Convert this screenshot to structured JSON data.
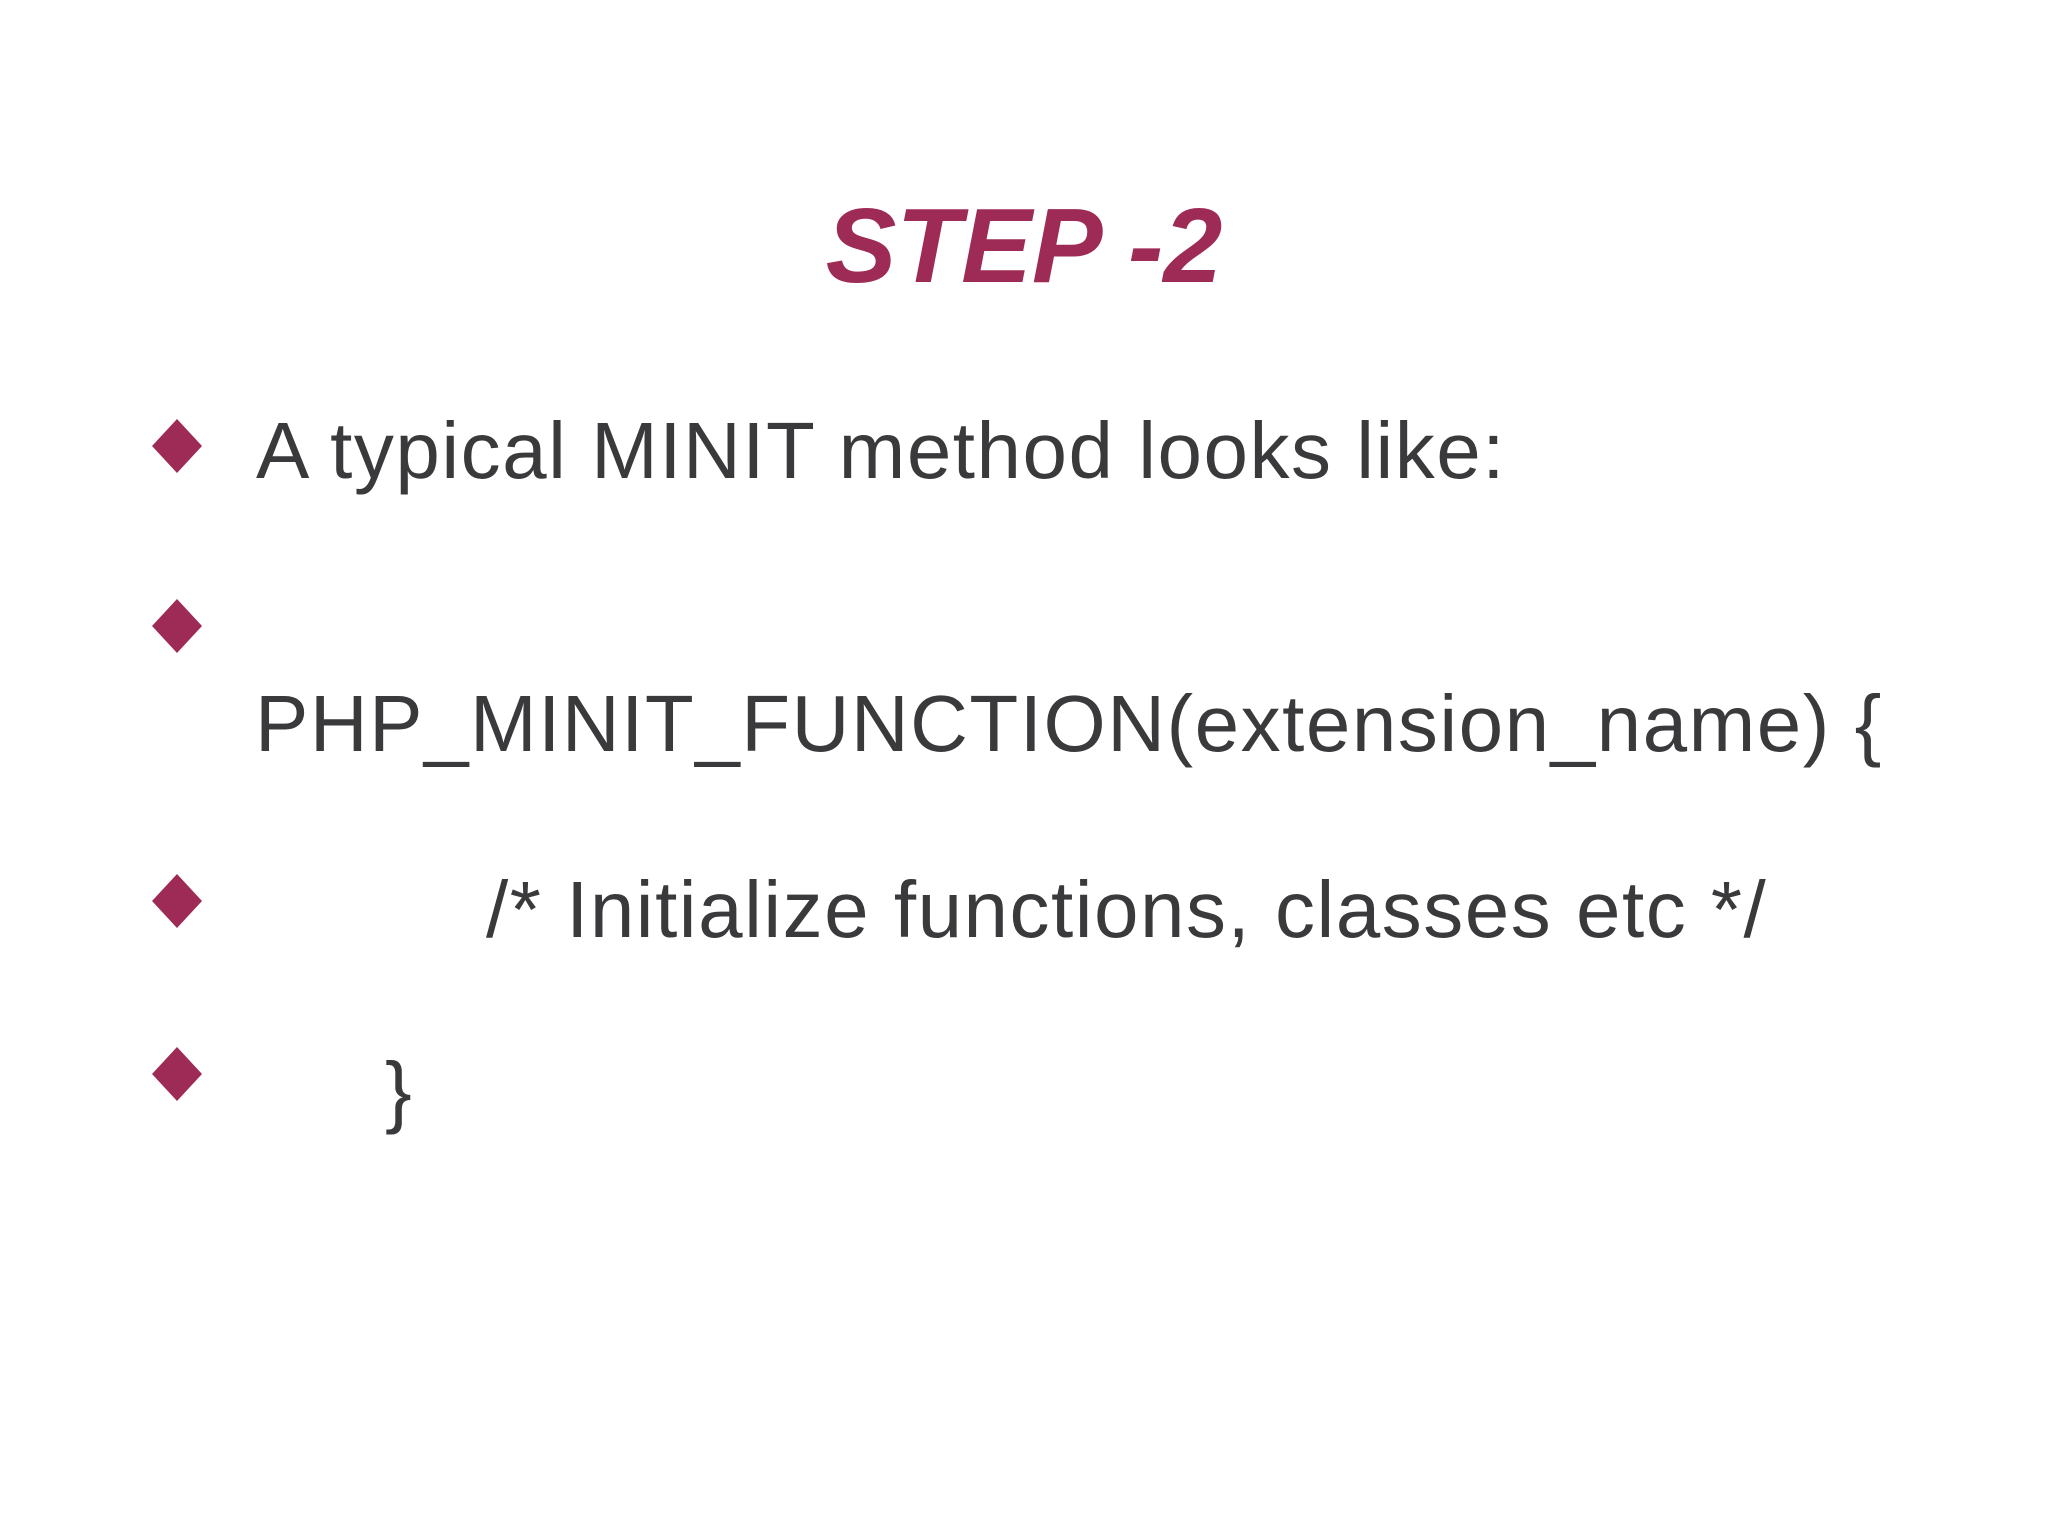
{
  "slide": {
    "title": "STEP -2",
    "bullets": [
      "A typical MINIT method looks like:",
      "PHP_MINIT_FUNCTION(extension_name) {",
      "/* Initialize functions, classes etc */",
      "}"
    ],
    "colors": {
      "accent": "#9e2b55",
      "body_text": "#3a3a3c",
      "background": "#ffffff"
    }
  }
}
